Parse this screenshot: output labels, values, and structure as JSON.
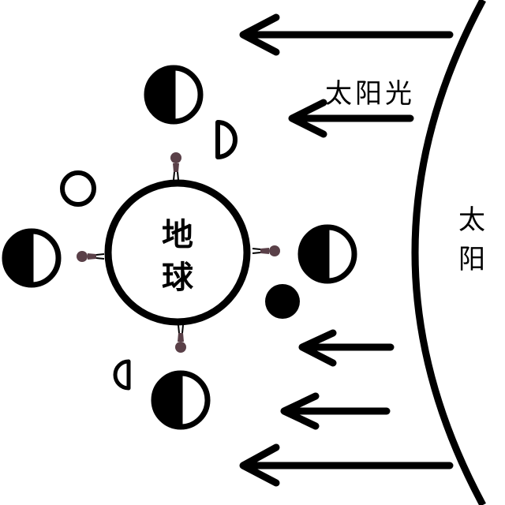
{
  "labels": {
    "sunlight": "太阳光",
    "sun": [
      "太",
      "阳"
    ],
    "earth": [
      "地",
      "球"
    ]
  },
  "colors": {
    "ink": "#000000",
    "paper": "#ffffff",
    "observer": "#5a4048"
  },
  "icons": {
    "arrow": "left-arrow-icon",
    "observer": "person-icon"
  }
}
